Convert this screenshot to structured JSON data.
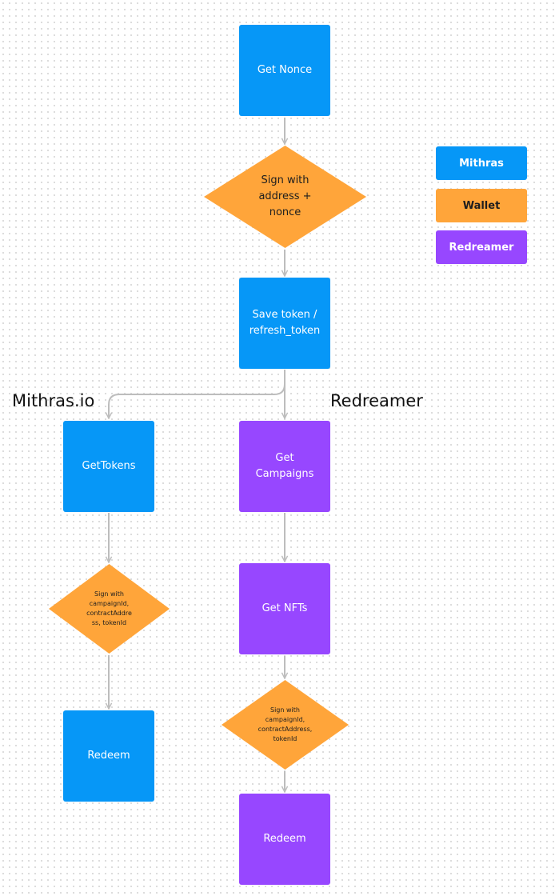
{
  "colors": {
    "mithras": "#0697f7",
    "wallet": "#ffa53a",
    "redreamer": "#9747ff",
    "connector": "#bdbdbd"
  },
  "flow": {
    "get_nonce": "Get Nonce",
    "sign_nonce": "Sign with\naddress +\nnonce",
    "save_token": "Save token /\nrefresh_token"
  },
  "sections": {
    "mithras_label": "Mithras.io",
    "redreamer_label": "Redreamer"
  },
  "mithras_branch": {
    "get_tokens": "GetTokens",
    "sign": "Sign with\ncampaignId,\ncontractAddre\nss, tokenId",
    "redeem": "Redeem"
  },
  "redreamer_branch": {
    "get_campaigns": "Get Campaigns",
    "get_nfts": "Get NFTs",
    "sign": "Sign with\ncampaignId,\ncontractAddress,\ntokenId",
    "redeem": "Redeem"
  },
  "legend": {
    "mithras": "Mithras",
    "wallet": "Wallet",
    "redreamer": "Redreamer"
  }
}
